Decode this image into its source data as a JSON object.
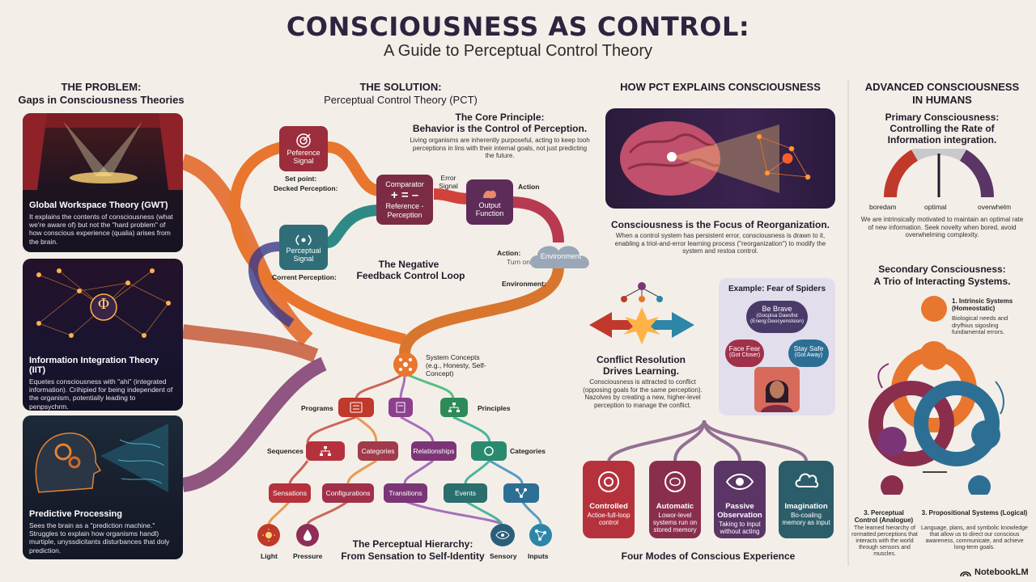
{
  "header": {
    "title": "CONSCIOUSNESS AS CONTROL:",
    "subtitle": "A Guide to Perceptual Control Theory"
  },
  "problem": {
    "heading": "THE PROBLEM:",
    "subheading": "Gaps in Consciousness Theories",
    "panels": [
      {
        "title": "Global Workspace Theory (GWT)",
        "text": "It explains the contents of consciousness (what we're aware of) but not the \"hard problem\" of how conscious experience (qualia) arises from the brain."
      },
      {
        "title": "Information Integration Theory (IIT)",
        "text": "Equetes consciousness with \"ahi\" (integrated information). Crihipied for being independent of the organism, potentially leading to penpsychrm."
      },
      {
        "title": "Predictive Processing",
        "text": "Sees the brain as a \"prediction machine.\" Struggles to explain how organisms handl) murtiple, unyssdicitants disturbances that doly prediction."
      }
    ],
    "phi_symbol": "Φ"
  },
  "solution": {
    "heading": "THE SOLUTION:",
    "subheading": "Perceptual Control Theory (PCT)",
    "core_title_1": "The Core Principle:",
    "core_title_2": "Behavior is the Control of Perception.",
    "core_text": "Living organisms are inherently purposeful, acting to keep tooh perceptions in lins with their internal goals, not just predicting the future.",
    "loop": {
      "reference_signal": "Peference Signal",
      "set_point_1": "Set point:",
      "set_point_2": "Decked Perception:",
      "comparator": "Comparator",
      "comparator_symbols": "+ = –",
      "comparator_sub": "Reference - Perception",
      "error_signal": "Error Signal",
      "action": "Action",
      "output_function": "Output Function",
      "action_2": "Action:",
      "action_2_sub": "Turn on Fan",
      "environment": "Environment",
      "environment_label": "Environment:",
      "perceptual_signal": "Perceptual Signal",
      "current_perception": "Corrent Perception:",
      "loop_title_1": "The Negative",
      "loop_title_2": "Feedback Control Loop"
    },
    "hierarchy": {
      "system_concepts": "System Concepts (e.g., Honesty, Self-Concept)",
      "programs": "Programs",
      "principles": "Principles",
      "sequences": "Sequences",
      "row3": [
        "Categories",
        "Relationships"
      ],
      "categories_right": "Categories",
      "row4": [
        "Sensations",
        "Configurations",
        "Transitions",
        "Events"
      ],
      "inputs": [
        "Light",
        "Pressure",
        "Sensory",
        "Inputs"
      ],
      "title_1": "The Perceptual Hierarchy:",
      "title_2": "From Sensation to Self-Identity"
    }
  },
  "explains": {
    "heading": "HOW PCT EXPLAINS CONSCIOUSNESS",
    "focus_title": "Consciousness is the Focus of Reorganization.",
    "focus_text": "When a control system has persistent error, consciousness is drawn to it, enabling a triol-and-error learning process (\"reorganization\") to modify the system and restoa control.",
    "conflict_title_1": "Conflict Resolution",
    "conflict_title_2": "Drives Learning.",
    "conflict_text": "Consciousness is attracted to conflict (opposing goals for the same perception). Nazolves by creating a new, higher-level perception to manage the conflict.",
    "example_title": "Example: Fear of Spiders",
    "be_brave": "Be Brave",
    "be_brave_sub": "(Gocpisa Daesfist (Energ;Geocyenslsion)",
    "face_fear": "Face Fear",
    "face_fear_sub": "(Got Closer)",
    "stay_safe": "Stay Safe",
    "stay_safe_sub": "(Got Away)",
    "modes_title": "Four Modes of Conscious Experience",
    "modes": [
      {
        "title": "Controlled",
        "text": "Actioe-full-loop control",
        "color": "#b5323d"
      },
      {
        "title": "Automatic",
        "text": "Lowor-level systems run on stored memory",
        "color": "#8a2e4e"
      },
      {
        "title": "Passive Observation",
        "text": "Taking to input without acting",
        "color": "#5b3566"
      },
      {
        "title": "Imagination",
        "text": "Bo-coaling memory as input",
        "color": "#2c5d6a"
      }
    ]
  },
  "advanced": {
    "heading_1": "ADVANCED CONSCIOUSNESS",
    "heading_2": "IN HUMANS",
    "primary_1": "Primary Consciousness:",
    "primary_2": "Controlling the Rate of",
    "primary_3": "Information integration.",
    "gauge": {
      "low": "boredam",
      "mid": "optimal",
      "high": "overwhelm",
      "level": 0.5
    },
    "primary_text": "We are intrinsically motivated to maintain an optimal rate of new information. Seek novelty when bored, avoid overwhelming complexity.",
    "secondary_1": "Secondary Consciousness:",
    "secondary_2": "A Trio of Interacting Systems.",
    "intrinsic_title": "1. Intrinsic Systems (Homeostatic)",
    "intrinsic_text": "Biological needs and dryfhius sigosling fundamental errors.",
    "perceptual_title": "3. Perceptual Control (Analogue)",
    "perceptual_text": "The learned hierarchy of rormatted perceptions that interacts with the world through sensors and muscles.",
    "propositional_title": "3. Propositional Systems (Logical)",
    "propositional_text": "Language, plans, and symbolic knowledge that allow us to direct our conscious awareness, communicate, and achieve long-term goals."
  },
  "footer": {
    "brand": "NotebookLM"
  }
}
